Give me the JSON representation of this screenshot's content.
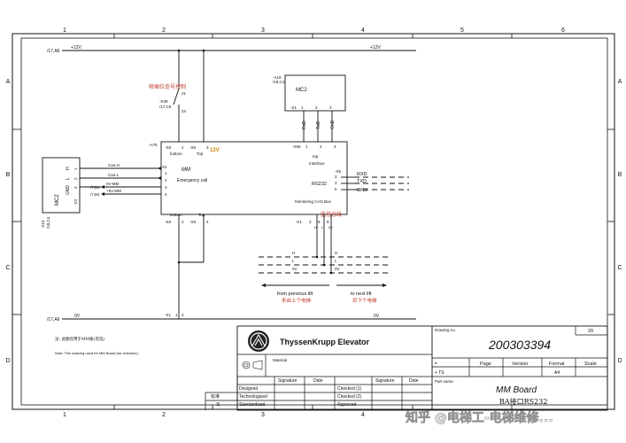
{
  "grid": {
    "columns": [
      "1",
      "2",
      "3",
      "4",
      "5",
      "6"
    ],
    "rows": [
      "A",
      "B",
      "C",
      "D"
    ]
  },
  "rails": {
    "top_ref": "/17,A6",
    "top_voltage": "+12V",
    "top_voltage_right": "+12V",
    "bottom_ref": "/17,A6",
    "bottom_voltage": "0V",
    "bottom_voltage_right": "0V"
  },
  "switch": {
    "label_cn": "轿厢位信号控制",
    "ref": "-K39",
    "sub": "/17,C5",
    "pin_top": "21",
    "pin_bottom": "24"
  },
  "mc2_top": {
    "ref": "-A19",
    "sub": "/18,C4",
    "name": "MC2",
    "connector": "-X1",
    "pins": [
      "1",
      "2",
      "3"
    ],
    "signals": [
      "RxD",
      "TxD",
      "GnD"
    ]
  },
  "mm": {
    "ref": "-A76",
    "name": "MM",
    "subtitle": "Emergency call",
    "x8_label": "-X8",
    "x6_label": "-X6",
    "x8_pin": "1",
    "x6_pin": "3",
    "x8_caption": "bottom",
    "x6_caption": "Top",
    "twelve_v": "12V",
    "x66_label": "-X66",
    "x66_pins": [
      "1",
      "2",
      "3"
    ],
    "interface_top": "top",
    "interface": "Interface",
    "rs232": "RS232",
    "x5_label": "-X5",
    "x5_pins": [
      "2",
      "3",
      "5"
    ],
    "rs232_signals": [
      "RXD",
      "TXD",
      "GND"
    ],
    "x2_label": "X2",
    "x2_pins": [
      "1",
      "2",
      "3",
      "4"
    ],
    "left_signals": [
      "Can-H",
      "Can-L",
      "0V-MM",
      "+5V-MM"
    ],
    "left_refs": [
      "/7,B4",
      "/7,B4"
    ],
    "can_bus_caption": "Monitoring CAN Bus",
    "can_bus_cn": "监控总线",
    "bottom_x8": "-X8",
    "bottom_x6": "-X8",
    "bottom_caption_left": "bottom",
    "bottom_caption_right": "Top",
    "bottom_pins": [
      "2",
      "4"
    ],
    "xk1": "-K1",
    "xk1_pins": [
      "3",
      "8",
      "9"
    ],
    "can_labels": [
      "H",
      "L",
      "0V"
    ],
    "can_right_labels": [
      "H",
      "L",
      "0V"
    ],
    "x1_label": "-X1",
    "x1_pins": [
      "1",
      "2"
    ]
  },
  "mc2_left": {
    "ref": "-A19",
    "sub": "/18,C4",
    "name": "MC2",
    "signals": [
      "H",
      "L",
      "GND"
    ],
    "connector": "-X3",
    "pins": [
      "1",
      "2",
      "3"
    ]
  },
  "lifts": {
    "from_prev": "from previous lift",
    "from_prev_cn": "来自上个电梯",
    "to_next": "to next lift",
    "to_next_cn": "到下个电梯"
  },
  "notes": {
    "note_cn": "注: 此图仅用于MM板(可选)",
    "note_en": "Note: This drawing used for MM Board (for selection)."
  },
  "title_block": {
    "company": "ThyssenKrupp Elevator",
    "material": "Material",
    "drawing_no_label": "Drawing no.",
    "sheet_no": "20",
    "drawing_no": "200303394",
    "col_headers": [
      "Page",
      "Version",
      "Format",
      "Scale"
    ],
    "format_value": "A4",
    "left_flags": [
      "a",
      "+ TS"
    ],
    "part_name_label": "Part name",
    "part_name": "MM Board",
    "part_sub": "BA接口RS232",
    "row_labels": [
      "Designed",
      "Technologized",
      "Standardized"
    ],
    "row_left_codes": [
      "",
      "标准",
      "3)"
    ],
    "check_labels": [
      "Checked (1)",
      "Checked (2)",
      "Approved"
    ],
    "signature_header": "Signature",
    "date_header": "Date",
    "signature_header_2": "Signature",
    "date_header_2": "Date"
  },
  "watermark": "知乎 @电梯工-电梯维修..."
}
